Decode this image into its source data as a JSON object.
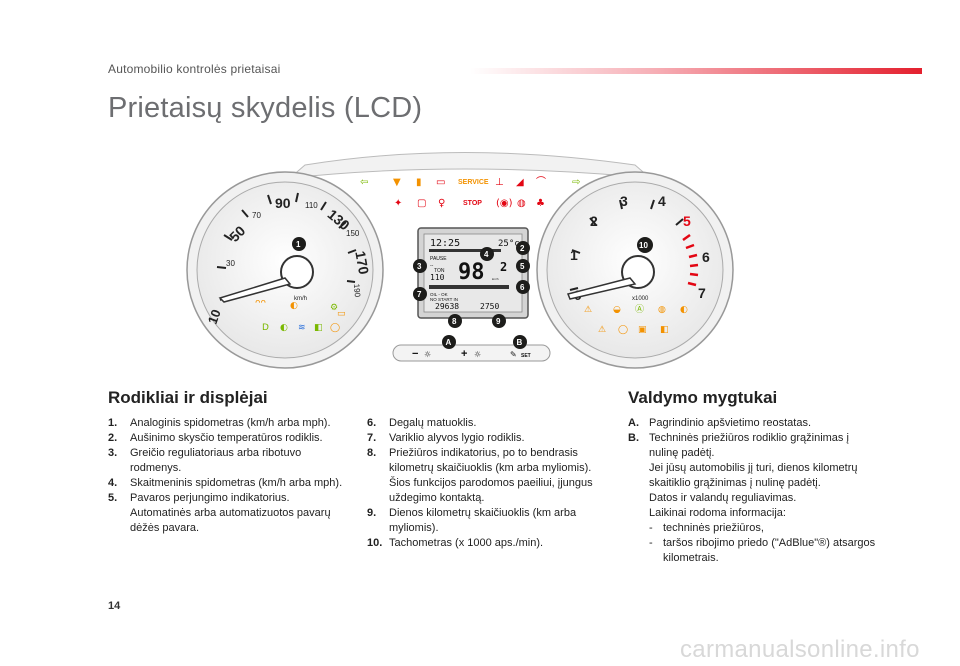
{
  "header": {
    "section": "Automobilio kontrolės prietaisai"
  },
  "title": "Prietaisų skydelis (LCD)",
  "cluster": {
    "speedo_ticks": [
      "10",
      "30",
      "50",
      "70",
      "90",
      "110",
      "130",
      "150",
      "170",
      "190"
    ],
    "speedo_unit": "km/h",
    "tacho_ticks": [
      "0",
      "1",
      "2",
      "3",
      "4",
      "5",
      "6",
      "7"
    ],
    "tacho_unit": "x1000",
    "warn_service": "SERVICE",
    "warn_stop": "STOP",
    "lcd": {
      "time": "12:25",
      "temp": "25°c",
      "pause": "PAUSE",
      "dash": "--",
      "ton": "TON",
      "set_speed": "110",
      "speed": "98",
      "gear": "2",
      "kmh": "km/h",
      "oil_ok": "OIL - OK",
      "no_start": "NO START IN",
      "odo1": "29638",
      "odo2": "2750"
    },
    "callouts": [
      "1",
      "2",
      "3",
      "4",
      "5",
      "6",
      "7",
      "8",
      "9",
      "10"
    ],
    "button_a_label": "A",
    "button_b_label": "B",
    "button_minus": "−",
    "button_plus": "+",
    "button_set": "SET"
  },
  "left_section": {
    "heading": "Rodikliai ir displėjai",
    "col1": [
      {
        "num": "1.",
        "text": "Analoginis spidometras (km/h arba mph)."
      },
      {
        "num": "2.",
        "text": "Aušinimo skysčio temperatūros rodiklis."
      },
      {
        "num": "3.",
        "text": "Greičio reguliatoriaus arba ribotuvo rodmenys."
      },
      {
        "num": "4.",
        "text": "Skaitmeninis spidometras (km/h arba mph)."
      },
      {
        "num": "5.",
        "text": "Pavaros perjungimo indikatorius. Automatinės arba automatizuotos pavarų dėžės pavara."
      }
    ],
    "col2": [
      {
        "num": "6.",
        "text": "Degalų matuoklis."
      },
      {
        "num": "7.",
        "text": "Variklio alyvos lygio rodiklis."
      },
      {
        "num": "8.",
        "text": "Priežiūros indikatorius, po to bendrasis kilometrų skaičiuoklis (km arba myliomis). Šios funkcijos parodomos paeiliui, įjungus uždegimo kontaktą."
      },
      {
        "num": "9.",
        "text": "Dienos kilometrų skaičiuoklis (km arba myliomis)."
      },
      {
        "num": "10.",
        "text": "Tachometras (x 1000 aps./min)."
      }
    ]
  },
  "right_section": {
    "heading": "Valdymo mygtukai",
    "a_num": "A.",
    "a_text": "Pagrindinio apšvietimo reostatas.",
    "b_num": "B.",
    "b_text": "Techninės priežiūros rodiklio grąžinimas į nulinę padėtį.",
    "b_p2": "Jei jūsų automobilis jį turi, dienos kilometrų skaitiklio grąžinimas į nulinę padėtį.",
    "b_p3": "Datos ir valandų reguliavimas.",
    "b_p4": "Laikinai rodoma informacija:",
    "bullets": [
      {
        "dash": "-",
        "text": "techninės priežiūros,"
      },
      {
        "dash": "-",
        "text": "taršos ribojimo priedo (\"AdBlue\"®) atsargos kilometrais."
      }
    ]
  },
  "page_number": "14",
  "watermark": "carmanualsonline.info",
  "colors": {
    "accent": "#e4202e",
    "warning_orange": "#f39200",
    "warning_green": "#7ab800",
    "warning_red": "#e30613",
    "callout": "#1d1d1b"
  }
}
